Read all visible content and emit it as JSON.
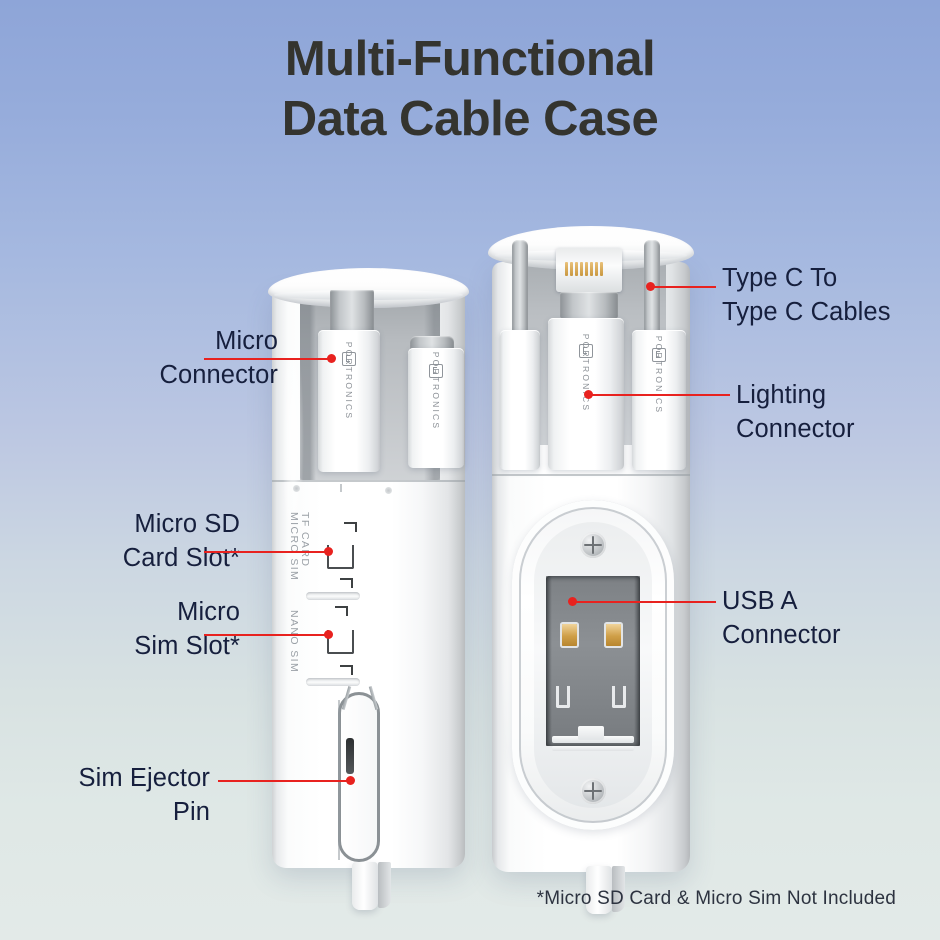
{
  "title": {
    "line1": "Multi-Functional",
    "line2": "Data Cable Case"
  },
  "brand": "PORTRONICS",
  "background": {
    "top_color": "#8ea5d8",
    "mid_color": "#bec8e2",
    "bottom_color": "#e3eae8"
  },
  "accent_color": "#e8221f",
  "label_color": "#161f3d",
  "callouts": {
    "micro_connector": {
      "line1": "Micro",
      "line2": "Connector"
    },
    "micro_sd_card_slot": {
      "line1": "Micro SD",
      "line2": "Card Slot*"
    },
    "micro_sim_slot": {
      "line1": "Micro",
      "line2": "Sim Slot*"
    },
    "sim_ejector_pin": {
      "line1": "Sim Ejector",
      "line2": "Pin"
    },
    "type_c_cables": {
      "line1": "Type C To",
      "line2": "Type C Cables"
    },
    "lighting_connector": {
      "line1": "Lighting",
      "line2": "Connector"
    },
    "usb_a_connector": {
      "line1": "USB A",
      "line2": "Connector"
    }
  },
  "device_engravings": {
    "micro_sim": "MICRO SIM",
    "tf_card": "TF CARD",
    "nano_sim": "NANO SIM"
  },
  "footnote": "*Micro SD Card & Micro Sim Not Included"
}
